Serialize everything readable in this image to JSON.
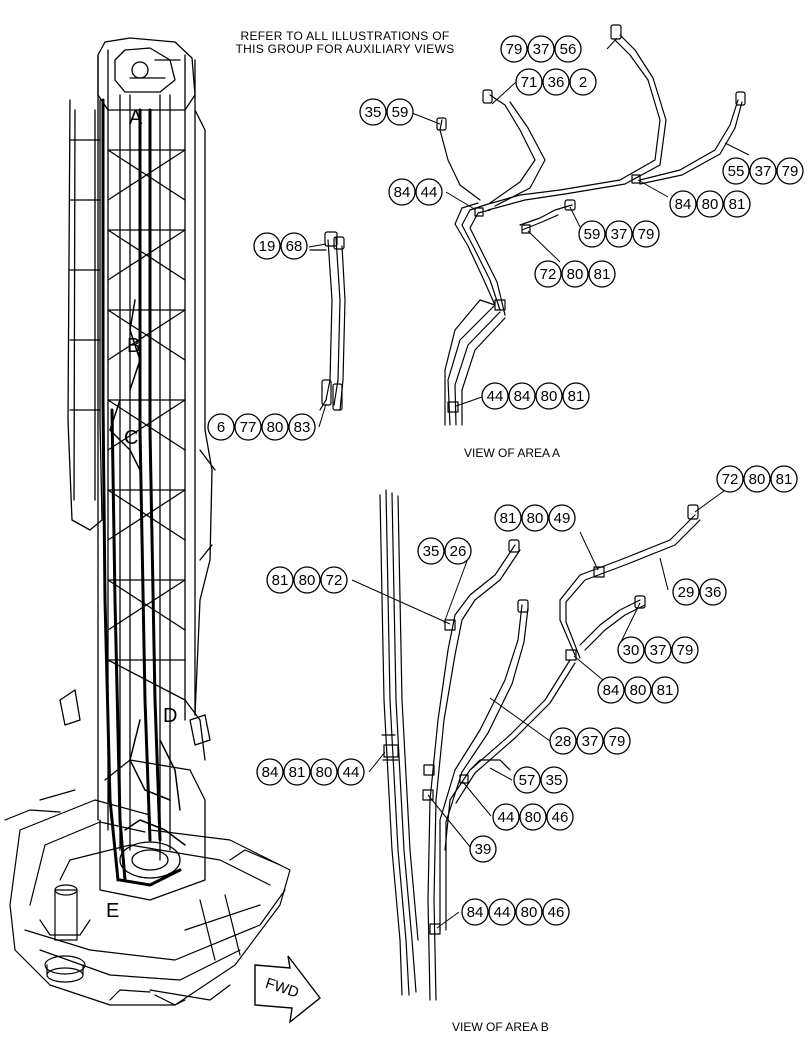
{
  "header_note": {
    "line1": "REFER TO ALL ILLUSTRATIONS OF",
    "line2": "THIS GROUP FOR AUXILIARY VIEWS"
  },
  "captions": {
    "view_a": "VIEW OF AREA A",
    "view_b": "VIEW OF AREA B"
  },
  "area_labels": [
    "A",
    "B",
    "C",
    "D",
    "E"
  ],
  "direction_label": "FWD",
  "callouts": [
    {
      "id": "c1",
      "numbers": [
        "79",
        "37",
        "56"
      ]
    },
    {
      "id": "c2",
      "numbers": [
        "71",
        "36",
        "2"
      ]
    },
    {
      "id": "c3",
      "numbers": [
        "35",
        "59"
      ]
    },
    {
      "id": "c4",
      "numbers": [
        "55",
        "37",
        "79"
      ]
    },
    {
      "id": "c5",
      "numbers": [
        "84",
        "44"
      ]
    },
    {
      "id": "c6",
      "numbers": [
        "84",
        "80",
        "81"
      ]
    },
    {
      "id": "c7",
      "numbers": [
        "59",
        "37",
        "79"
      ]
    },
    {
      "id": "c8",
      "numbers": [
        "72",
        "80",
        "81"
      ]
    },
    {
      "id": "c9",
      "numbers": [
        "44",
        "84",
        "80",
        "81"
      ]
    },
    {
      "id": "c10",
      "numbers": [
        "19",
        "68"
      ]
    },
    {
      "id": "c11",
      "numbers": [
        "6",
        "77",
        "80",
        "83"
      ]
    },
    {
      "id": "c12",
      "numbers": [
        "72",
        "80",
        "81"
      ]
    },
    {
      "id": "c13",
      "numbers": [
        "81",
        "80",
        "49"
      ]
    },
    {
      "id": "c14",
      "numbers": [
        "35",
        "26"
      ]
    },
    {
      "id": "c15",
      "numbers": [
        "81",
        "80",
        "72"
      ]
    },
    {
      "id": "c16",
      "numbers": [
        "29",
        "36"
      ]
    },
    {
      "id": "c17",
      "numbers": [
        "30",
        "37",
        "79"
      ]
    },
    {
      "id": "c18",
      "numbers": [
        "84",
        "80",
        "81"
      ]
    },
    {
      "id": "c19",
      "numbers": [
        "28",
        "37",
        "79"
      ]
    },
    {
      "id": "c20",
      "numbers": [
        "84",
        "81",
        "80",
        "44"
      ]
    },
    {
      "id": "c21",
      "numbers": [
        "57",
        "35"
      ]
    },
    {
      "id": "c22",
      "numbers": [
        "44",
        "80",
        "46"
      ]
    },
    {
      "id": "c23",
      "numbers": [
        "39"
      ]
    },
    {
      "id": "c24",
      "numbers": [
        "84",
        "44",
        "80",
        "46"
      ]
    }
  ]
}
